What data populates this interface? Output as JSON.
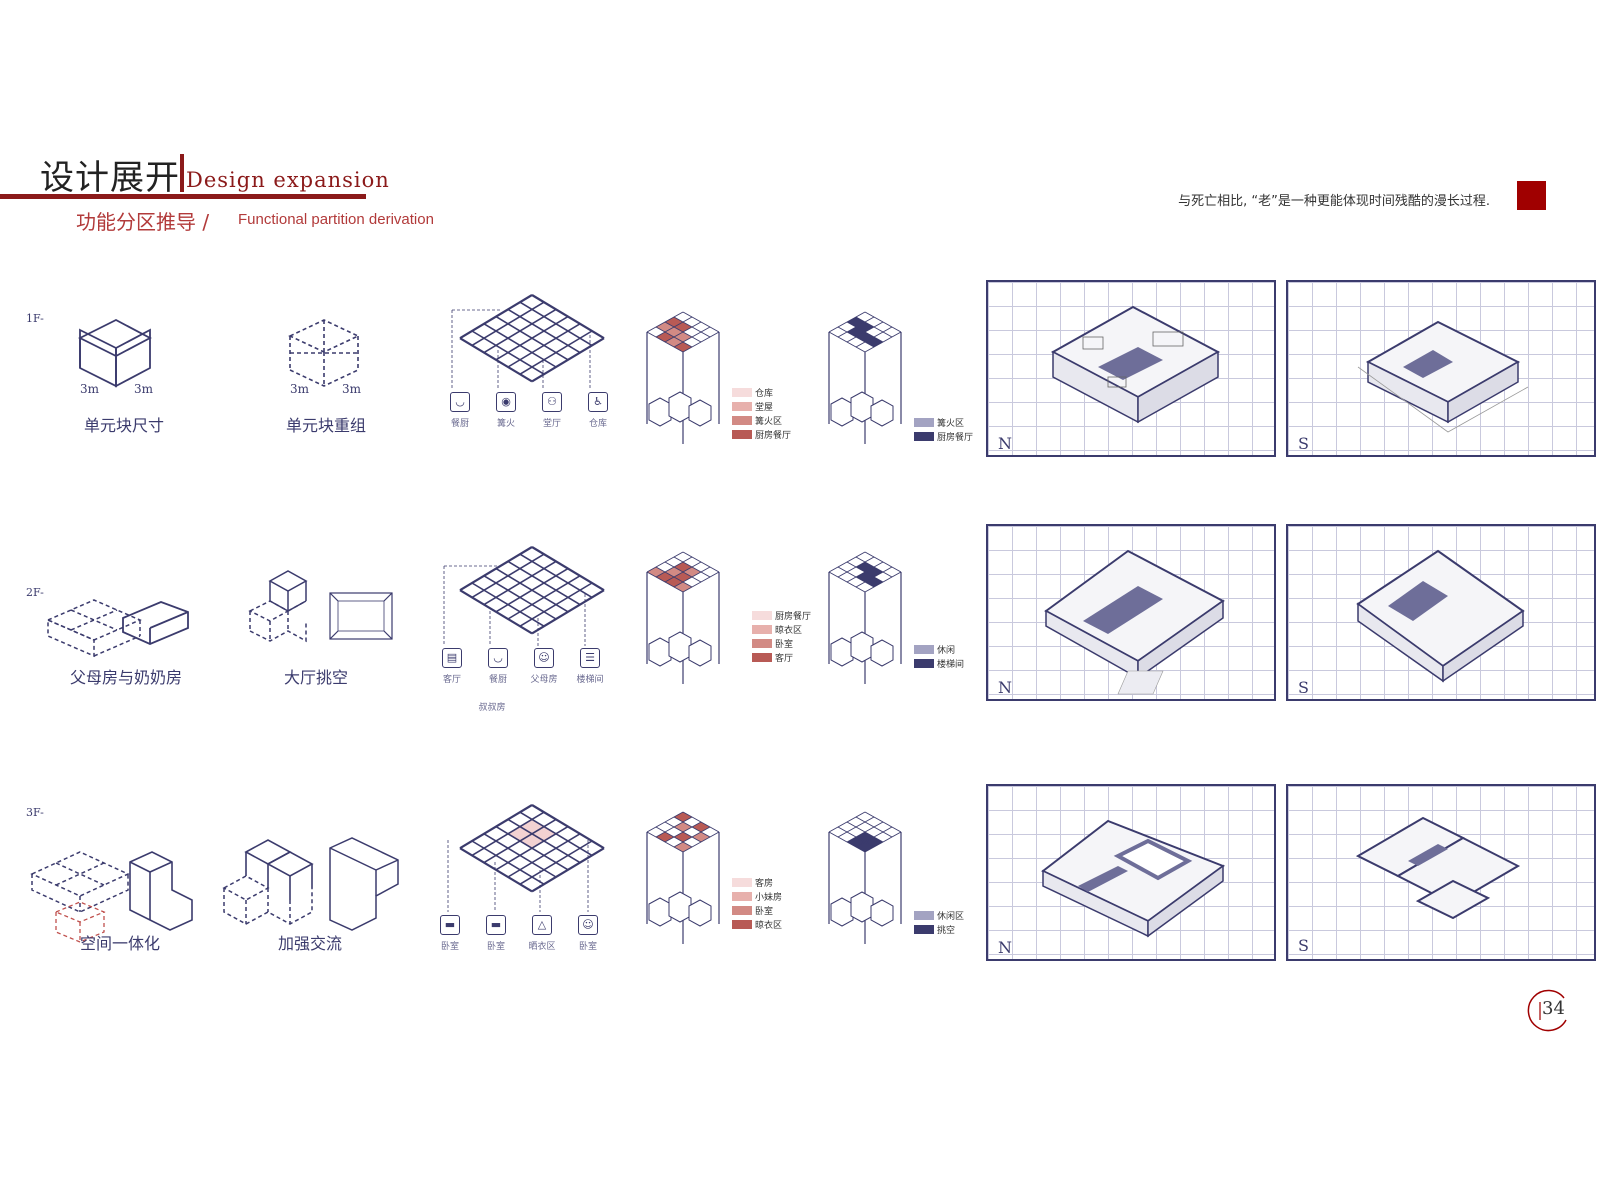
{
  "header": {
    "title_cn": "设计展开",
    "title_en": "Design expansion",
    "subtitle_cn": "功能分区推导 /",
    "subtitle_en": "Functional partition derivation",
    "quote": "与死亡相比, “老”是一种更能体现时间残酷的漫长过程.",
    "accent_color": "#8b1a1a"
  },
  "rows": [
    {
      "floor": "1F-",
      "captions": [
        "单元块尺寸",
        "单元块重组"
      ],
      "dims": [
        "3m",
        "3m",
        "3m",
        "3m"
      ],
      "icons": [
        {
          "label": "餐厨",
          "icon": "bowl-icon"
        },
        {
          "label": "篝火",
          "icon": "fire-icon"
        },
        {
          "label": "堂厅",
          "icon": "people-icon"
        },
        {
          "label": "仓库",
          "icon": "wheelchair-icon"
        }
      ],
      "legend_red": [
        "仓库",
        "堂屋",
        "篝火区",
        "厨房餐厅"
      ],
      "legend_blue": [
        "篝火区",
        "厨房餐厅"
      ],
      "plan_labels": [
        "N",
        "S"
      ]
    },
    {
      "floor": "2F-",
      "captions": [
        "父母房与奶奶房",
        "大厅挑空"
      ],
      "icons": [
        {
          "label": "客厅",
          "icon": "sofa-icon"
        },
        {
          "label": "餐厨",
          "icon": "bowl-icon"
        },
        {
          "label": "父母房",
          "icon": "person-icon"
        },
        {
          "label": "楼梯间",
          "icon": "stairs-icon"
        }
      ],
      "extra_label": "叔叔房",
      "legend_red": [
        "厨房餐厅",
        "晾衣区",
        "卧室",
        "客厅"
      ],
      "legend_blue": [
        "休闲",
        "楼梯间"
      ],
      "plan_labels": [
        "N",
        "S"
      ]
    },
    {
      "floor": "3F-",
      "captions": [
        "空间一体化",
        "加强交流"
      ],
      "icons": [
        {
          "label": "卧室",
          "icon": "bed-icon"
        },
        {
          "label": "卧室",
          "icon": "bed-icon"
        },
        {
          "label": "晒衣区",
          "icon": "hanger-icon"
        },
        {
          "label": "卧室",
          "icon": "person-icon"
        }
      ],
      "legend_red": [
        "客房",
        "小妹房",
        "卧室",
        "晾衣区"
      ],
      "legend_blue": [
        "休闲区",
        "挑空"
      ],
      "plan_labels": [
        "N",
        "S"
      ]
    }
  ],
  "colors": {
    "navy": "#3b3b6d",
    "red_scale": [
      "#f6dcdc",
      "#e7b0ac",
      "#d28a84",
      "#b85a55"
    ],
    "blue_scale": [
      "#a3a3c2",
      "#3b3b6d"
    ]
  },
  "page_number": "34"
}
